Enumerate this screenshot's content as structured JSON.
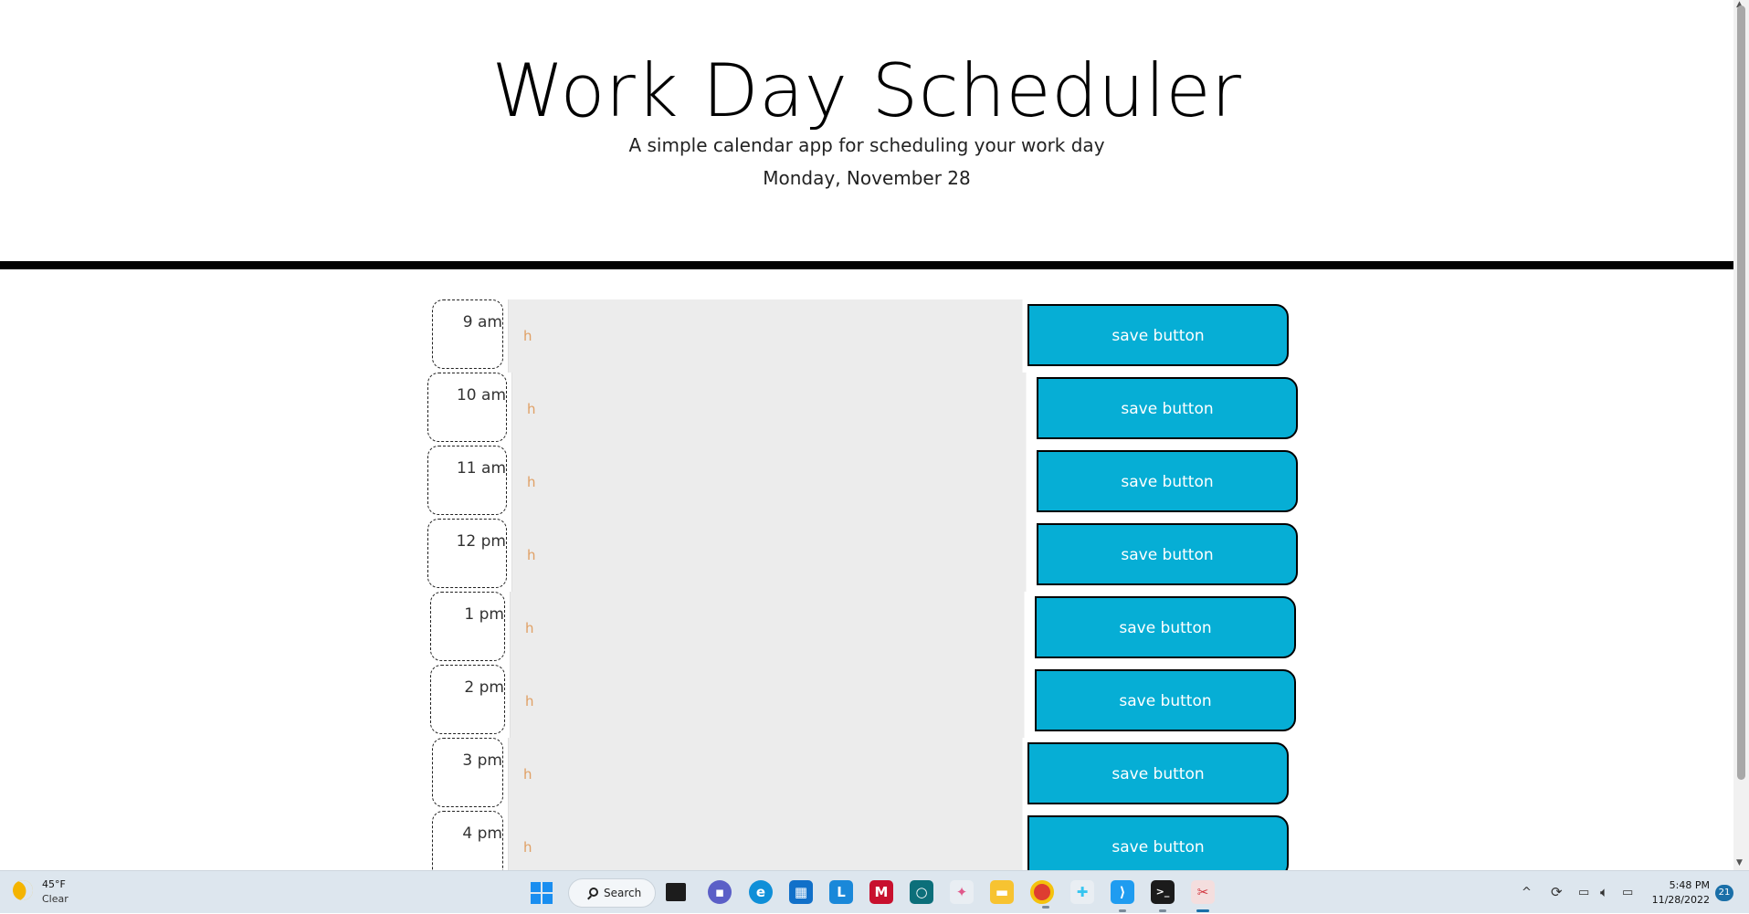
{
  "header": {
    "title": "Work Day Scheduler",
    "subtitle": "A simple calendar app for scheduling your work day",
    "current_day": "Monday, November 28"
  },
  "schedule": {
    "rows": [
      {
        "hour": "9 am",
        "text": "h",
        "button": "save button"
      },
      {
        "hour": "10 am",
        "text": "h",
        "button": "save button"
      },
      {
        "hour": "11 am",
        "text": "h",
        "button": "save button"
      },
      {
        "hour": "12 pm",
        "text": "h",
        "button": "save button"
      },
      {
        "hour": "1 pm",
        "text": "h",
        "button": "save button"
      },
      {
        "hour": "2 pm",
        "text": "h",
        "button": "save button"
      },
      {
        "hour": "3 pm",
        "text": "h",
        "button": "save button"
      },
      {
        "hour": "4 pm",
        "text": "h",
        "button": "save button"
      }
    ]
  },
  "colors": {
    "save_button": "#06aed5",
    "description_bg": "#ececec",
    "description_text": "#e0a065",
    "header_rule": "#000000"
  },
  "taskbar": {
    "weather_temp": "45°F",
    "weather_condition": "Clear",
    "search_label": "Search",
    "time": "5:48 PM",
    "date": "11/28/2022",
    "notification_count": "21",
    "apps": [
      "windows-start-icon",
      "search",
      "task-view-icon",
      "teams-chat-icon",
      "edge-browser-icon",
      "microsoft-store-icon",
      "l-app-icon",
      "mcafee-icon",
      "teal-app-icon",
      "pinwheel-app-icon",
      "file-explorer-icon",
      "chrome-icon",
      "slack-icon",
      "vscode-icon",
      "terminal-icon",
      "snipping-tool-icon"
    ]
  }
}
